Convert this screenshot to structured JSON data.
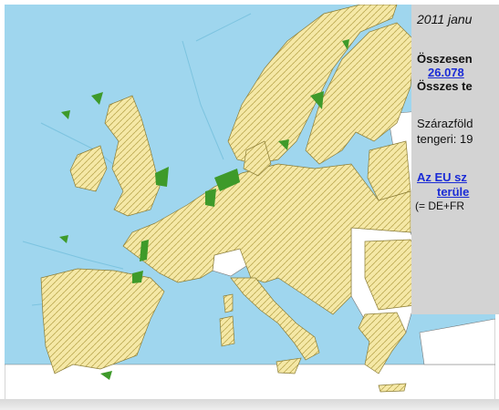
{
  "map": {
    "colors": {
      "sea": "#9fd6ee",
      "sea_zone_border": "#7cc3df",
      "eu_land": "#f5e8a6",
      "eu_land_texture": "#b9a64e",
      "non_eu_land": "#ffffff",
      "marine_sites": "#3e9a2a",
      "panel_background": "#d3d3d3",
      "link": "#1a2bd6"
    },
    "legend_hint": "yellow = terrestrial network area, green = marine sites, blue = marine zones"
  },
  "panel": {
    "date": "2011 janu",
    "total_line": "Összesen",
    "sites_count": "26.078",
    "total_area_label": "Összes te",
    "terrestrial_label": "Szárazföld",
    "marine_label": "tengeri: 19",
    "eu_link_line1": "Az EU  sz",
    "eu_link_line2": "terüle",
    "comparison": "(= DE+FR"
  }
}
